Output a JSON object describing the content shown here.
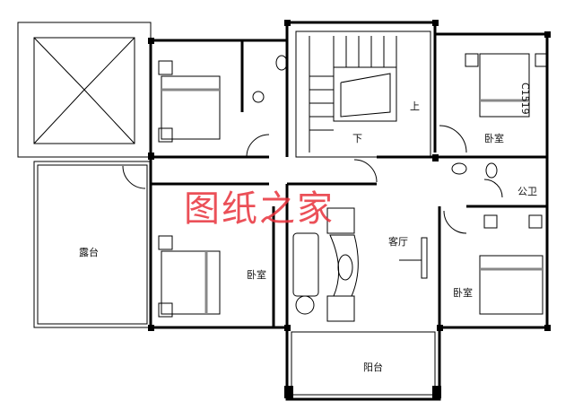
{
  "rooms": {
    "terrace": "露台",
    "bedroom_top_right": "卧室",
    "bedroom_left": "卧室",
    "bedroom_bottom_right": "卧室",
    "living_room": "客厅",
    "public_bathroom": "公卫",
    "balcony": "阳台"
  },
  "stairs": {
    "up": "上",
    "down": "下"
  },
  "window_code": "C1519",
  "watermark": "图纸之家",
  "colors": {
    "lines": "#000000",
    "watermark": "#e8323c"
  }
}
